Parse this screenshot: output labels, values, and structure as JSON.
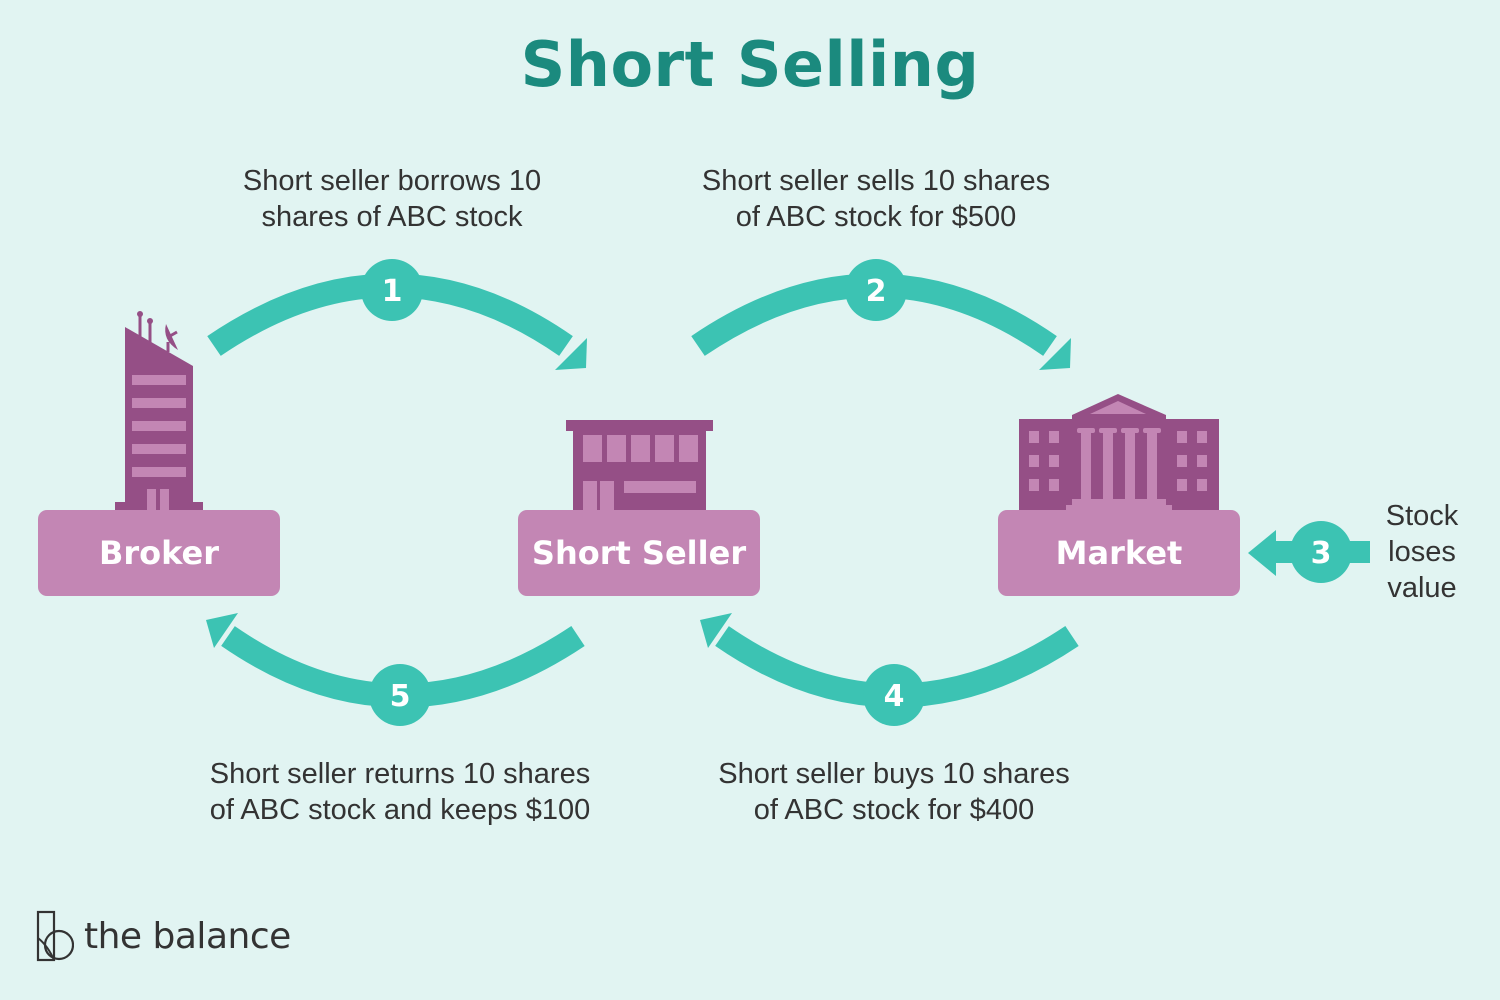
{
  "title": "Short Selling",
  "colors": {
    "background": "#e1f4f2",
    "title": "#1b8a7e",
    "arrow": "#3cc3b3",
    "node_fill": "#c386b4",
    "building_dark": "#954f86",
    "building_light": "#c386b4",
    "text": "#333333"
  },
  "nodes": [
    {
      "id": "broker",
      "label": "Broker",
      "icon": "office-tower-icon"
    },
    {
      "id": "short-seller",
      "label": "Short Seller",
      "icon": "storefront-building-icon"
    },
    {
      "id": "market",
      "label": "Market",
      "icon": "stock-exchange-building-icon"
    }
  ],
  "steps": [
    {
      "number": "1",
      "from": "Broker",
      "to": "Short Seller",
      "lines": [
        "Short seller borrows 10",
        "shares of ABC stock"
      ]
    },
    {
      "number": "2",
      "from": "Short Seller",
      "to": "Market",
      "lines": [
        "Short seller sells 10 shares",
        "of ABC stock for $500"
      ]
    },
    {
      "number": "3",
      "to": "Market",
      "lines": [
        "Stock",
        "loses",
        "value"
      ]
    },
    {
      "number": "4",
      "from": "Market",
      "to": "Short Seller",
      "lines": [
        "Short seller buys 10 shares",
        "of ABC stock for $400"
      ]
    },
    {
      "number": "5",
      "from": "Short Seller",
      "to": "Broker",
      "lines": [
        "Short seller returns 10 shares",
        "of ABC stock and keeps $100"
      ]
    }
  ],
  "logo": {
    "text": "the balance",
    "icon": "the-balance-logo-icon"
  }
}
